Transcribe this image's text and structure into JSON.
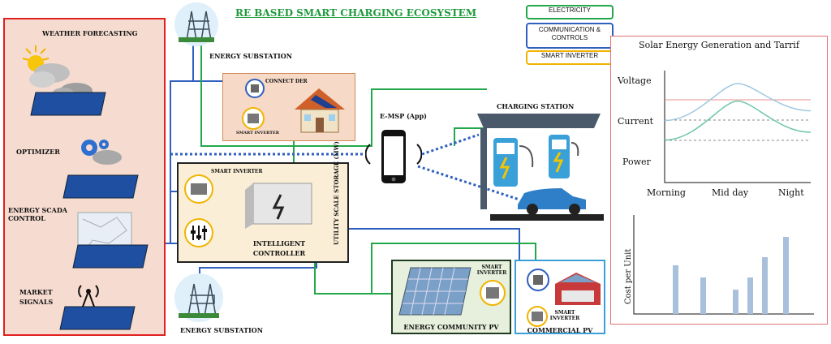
{
  "title": "RE BASED SMART CHARGING ECOSYSTEM",
  "legend": {
    "electricity": {
      "label": "ELECTRICITY",
      "color": "#22a84a"
    },
    "communication": {
      "label": "COMMUNICATION & CONTROLS",
      "color": "#2f5fbf"
    },
    "smart_inverter": {
      "label": "SMART INVERTER",
      "color": "#f0b400"
    }
  },
  "labels": {
    "weather_forecasting": "WEATHER FORECASTING",
    "optimizer": "OPTIMIZER",
    "energy_scada_control": "ENERGY SCADA CONTROL",
    "market_signals": "MARKET SIGNALS",
    "energy_substation_top": "ENERGY SUBSTATION",
    "energy_substation_bottom": "ENERGY SUBSTATION",
    "connect_der": "CONNECT DER",
    "smart_inverter_house": "SMART INVERTER",
    "smart_inverter_storage": "SMART INVERTER",
    "intelligent_controller": "INTELLIGENT CONTROLLER",
    "utility_scale_storage": "UTILITY SCALE STORAGE (MW)",
    "e_msp_app": "E-MSP (App)",
    "charging_station": "CHARGING STATION",
    "smart_inverter_community": "SMART INVERTER",
    "energy_community_pv": "ENERGY COMMUNITY PV",
    "smart_inverter_commercial": "SMART INVERTER",
    "commercial_pv": "COMMERCIAL PV"
  },
  "chart_data": [
    {
      "type": "line",
      "title": "Solar Energy Generation and Tarrif",
      "categories": [
        "Morning",
        "Mid day",
        "Night"
      ],
      "y_labels": [
        "Voltage",
        "Current",
        "Power"
      ],
      "series": [
        {
          "color": "#9ec7e0",
          "values": [
            0.38,
            0.0,
            0.28
          ]
        },
        {
          "color": "#6cc7a8",
          "values": [
            0.58,
            0.18,
            0.5
          ]
        },
        {
          "color": "#e89090",
          "values": [
            0.05,
            0.05,
            0.05
          ]
        }
      ]
    },
    {
      "type": "bar",
      "ylabel": "Cost per Unit",
      "values": [
        0.6,
        0,
        0.45,
        0,
        0.3,
        0.45,
        0.7,
        0.95
      ],
      "color": "#a8c0dc"
    }
  ]
}
